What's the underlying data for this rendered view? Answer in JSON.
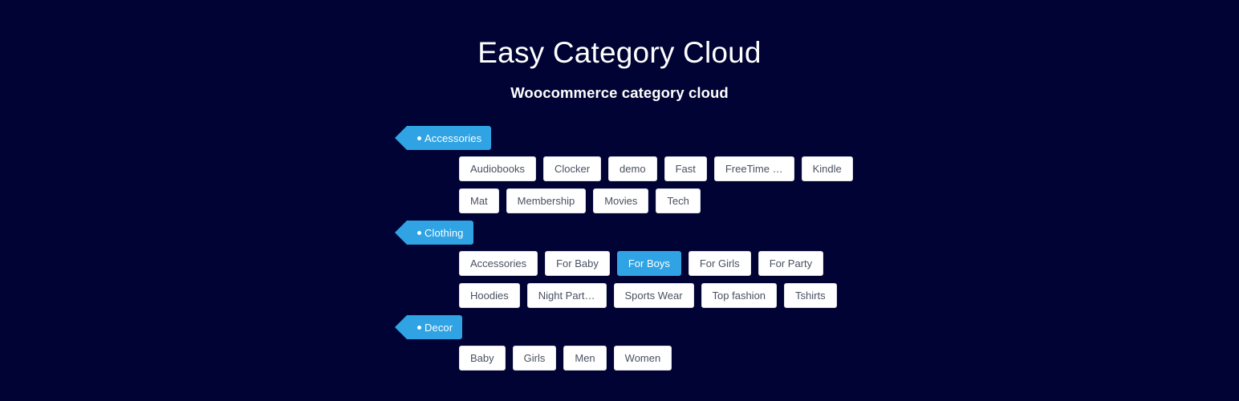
{
  "header": {
    "title": "Easy Category Cloud",
    "subtitle": "Woocommerce category cloud"
  },
  "colors": {
    "background": "#000333",
    "accent": "#2fa3e3",
    "tag_background": "#ffffff",
    "tag_text": "#4a5160",
    "tag_border": "#dfe3ea",
    "header_text": "#ffffff"
  },
  "groups": [
    {
      "label": "Accessories",
      "bullet_icon": "bullet-dot-icon",
      "rows": [
        [
          {
            "label": "Audiobooks",
            "active": false
          },
          {
            "label": "Clocker",
            "active": false
          },
          {
            "label": "demo",
            "active": false
          },
          {
            "label": "Fast",
            "active": false
          },
          {
            "label": "FreeTime …",
            "active": false
          },
          {
            "label": "Kindle",
            "active": false
          }
        ],
        [
          {
            "label": "Mat",
            "active": false
          },
          {
            "label": "Membership",
            "active": false
          },
          {
            "label": "Movies",
            "active": false
          },
          {
            "label": "Tech",
            "active": false
          }
        ]
      ]
    },
    {
      "label": "Clothing",
      "bullet_icon": "bullet-dot-icon",
      "rows": [
        [
          {
            "label": "Accessories",
            "active": false
          },
          {
            "label": "For Baby",
            "active": false
          },
          {
            "label": "For Boys",
            "active": true
          },
          {
            "label": "For Girls",
            "active": false
          },
          {
            "label": "For Party",
            "active": false
          }
        ],
        [
          {
            "label": "Hoodies",
            "active": false
          },
          {
            "label": "Night Part…",
            "active": false
          },
          {
            "label": "Sports Wear",
            "active": false
          },
          {
            "label": "Top fashion",
            "active": false
          },
          {
            "label": "Tshirts",
            "active": false
          }
        ]
      ]
    },
    {
      "label": "Decor",
      "bullet_icon": "bullet-dot-icon",
      "rows": [
        [
          {
            "label": "Baby",
            "active": false
          },
          {
            "label": "Girls",
            "active": false
          },
          {
            "label": "Men",
            "active": false
          },
          {
            "label": "Women",
            "active": false
          }
        ]
      ]
    }
  ]
}
